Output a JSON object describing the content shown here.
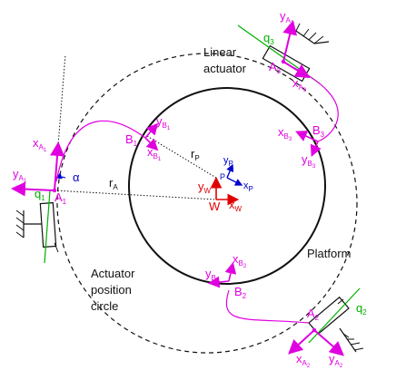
{
  "colors": {
    "magenta": "#e000e0",
    "red": "#e00000",
    "blue": "#0000d0",
    "green": "#00b000",
    "black": "#111111"
  },
  "labels": {
    "linear_actuator_l1": "Linear",
    "linear_actuator_l2": "actuator",
    "platform": "Platform",
    "actuator_circle_l1": "Actuator",
    "actuator_circle_l2": "position",
    "actuator_circle_l3": "circle",
    "alpha": "α",
    "rA": {
      "base": "r",
      "sub": "A"
    },
    "rP": {
      "base": "r",
      "sub": "P"
    },
    "W": "W",
    "P": "P",
    "xW": {
      "base": "x",
      "sub": "W"
    },
    "yW": {
      "base": "y",
      "sub": "W"
    },
    "xP": {
      "base": "x",
      "sub": "P"
    },
    "yP": {
      "base": "y",
      "sub": "P"
    },
    "A1": {
      "base": "A",
      "sub": "1"
    },
    "A2": {
      "base": "A",
      "sub": "2"
    },
    "A3": {
      "base": "A",
      "sub": "3"
    },
    "B1": {
      "base": "B",
      "sub": "1"
    },
    "B2": {
      "base": "B",
      "sub": "2"
    },
    "B3": {
      "base": "B",
      "sub": "3"
    },
    "q1": {
      "base": "q",
      "sub": "1"
    },
    "q2": {
      "base": "q",
      "sub": "2"
    },
    "q3": {
      "base": "q",
      "sub": "3"
    },
    "xA1": {
      "base": "x",
      "sub": "A",
      "sub2": "1"
    },
    "yA1": {
      "base": "y",
      "sub": "A",
      "sub2": "1"
    },
    "xA2": {
      "base": "x",
      "sub": "A",
      "sub2": "2"
    },
    "yA2": {
      "base": "y",
      "sub": "A",
      "sub2": "2"
    },
    "xA3": {
      "base": "x",
      "sub": "A",
      "sub2": "3"
    },
    "yA3": {
      "base": "y",
      "sub": "A",
      "sub2": "3"
    },
    "xB1": {
      "base": "x",
      "sub": "B",
      "sub2": "1"
    },
    "yB1": {
      "base": "y",
      "sub": "B",
      "sub2": "1"
    },
    "xB2": {
      "base": "x",
      "sub": "B",
      "sub2": "2"
    },
    "yB2": {
      "base": "y",
      "sub": "B",
      "sub2": "2"
    },
    "xB3": {
      "base": "x",
      "sub": "B",
      "sub2": "3"
    },
    "yB3": {
      "base": "y",
      "sub": "B",
      "sub2": "3"
    }
  }
}
